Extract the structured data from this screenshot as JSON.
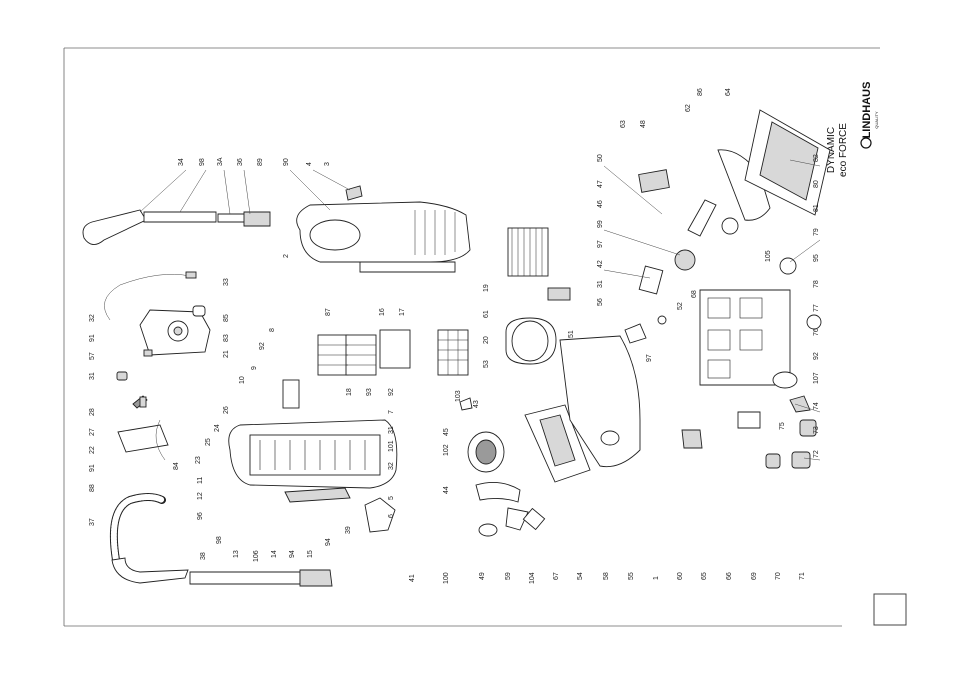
{
  "brand": {
    "line1": "DYNAMIC",
    "line2": "eco FORCE",
    "logo_text": "LINDHAUS",
    "logo_sub": "QUALITY"
  },
  "callouts": {
    "top": [
      "34",
      "98",
      "3A",
      "36",
      "89",
      "90",
      "4",
      "3",
      "63",
      "48",
      "50",
      "47",
      "46",
      "99",
      "97",
      "42",
      "31",
      "56",
      "62",
      "86",
      "64"
    ],
    "upper": [
      "32",
      "91",
      "57",
      "31",
      "28",
      "27",
      "22",
      "91",
      "88",
      "37",
      "38",
      "12",
      "11",
      "98",
      "96",
      "13",
      "106",
      "14",
      "94",
      "15",
      "94",
      "39",
      "6",
      "5",
      "41",
      "100",
      "49",
      "59",
      "104",
      "67",
      "54",
      "58",
      "55",
      "1",
      "60",
      "65",
      "66",
      "69",
      "70",
      "71"
    ],
    "mid": [
      "53",
      "20",
      "19",
      "61",
      "17",
      "16",
      "87",
      "18",
      "93",
      "92",
      "7",
      "31",
      "101",
      "32",
      "102",
      "45",
      "103",
      "43",
      "44",
      "51",
      "52",
      "97",
      "68",
      "105",
      "82",
      "80",
      "81",
      "79",
      "95",
      "78",
      "77",
      "76",
      "92",
      "107",
      "74",
      "73",
      "72",
      "75",
      "8",
      "92",
      "10",
      "9",
      "26",
      "25",
      "24",
      "23",
      "84",
      "21",
      "83",
      "85",
      "33",
      "2"
    ]
  },
  "corner_box": ""
}
